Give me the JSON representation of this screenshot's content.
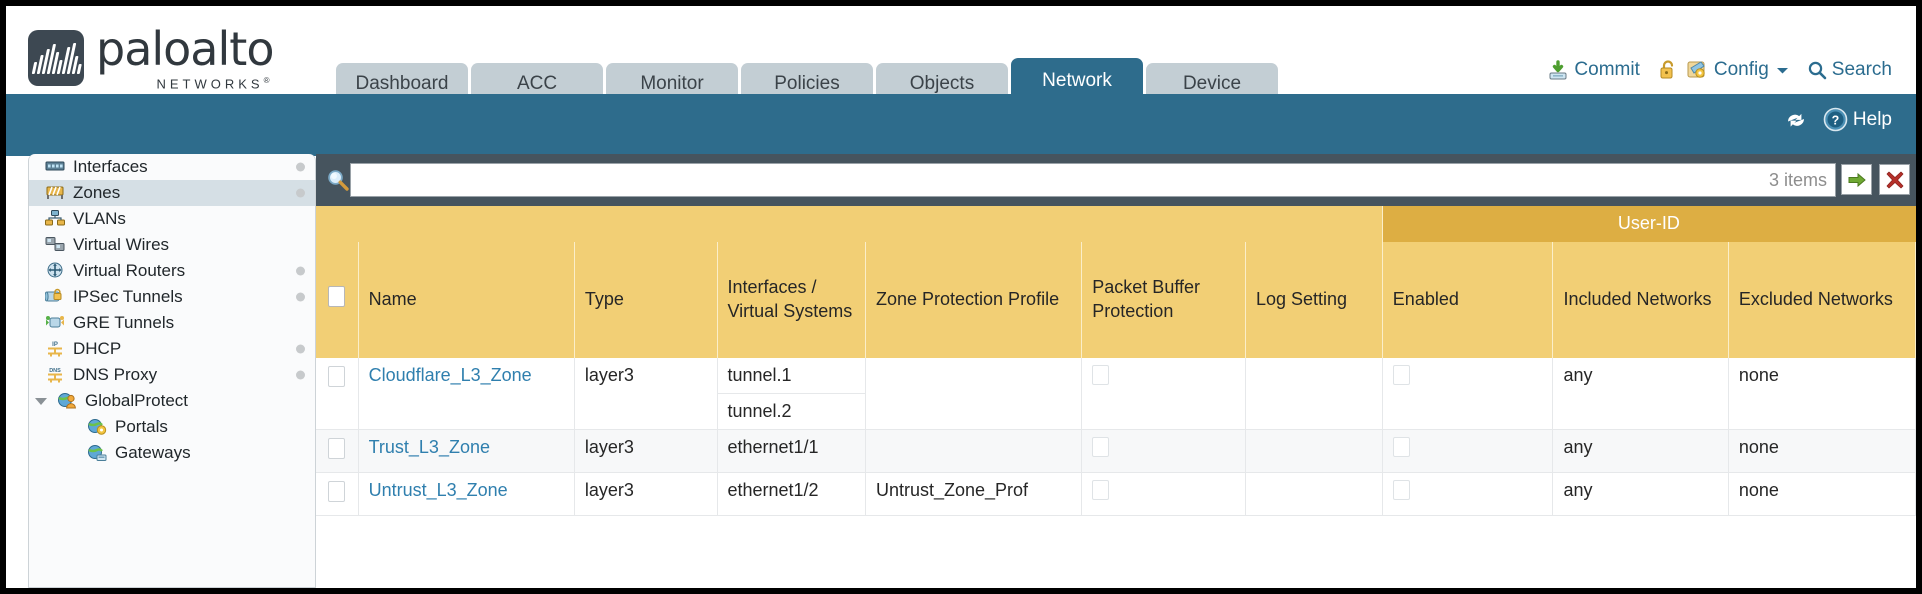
{
  "brand": {
    "name": "paloalto",
    "sub": "NETWORKS",
    "sub_mark": "®"
  },
  "tabs": [
    {
      "label": "Dashboard",
      "active": false
    },
    {
      "label": "ACC",
      "active": false
    },
    {
      "label": "Monitor",
      "active": false
    },
    {
      "label": "Policies",
      "active": false
    },
    {
      "label": "Objects",
      "active": false
    },
    {
      "label": "Network",
      "active": true
    },
    {
      "label": "Device",
      "active": false
    }
  ],
  "header_actions": [
    {
      "label": "Commit",
      "icon": "commit-icon"
    },
    {
      "label": "",
      "icon": "unlock-icon"
    },
    {
      "label": "Config",
      "icon": "config-icon",
      "caret": "▾"
    },
    {
      "label": "Search",
      "icon": "search-icon"
    }
  ],
  "band": {
    "refresh_icon": "refresh-icon",
    "help_label": "Help",
    "help_icon": "help-icon"
  },
  "sidebar": {
    "items": [
      {
        "label": "Interfaces",
        "icon": "interfaces-icon",
        "selected": false,
        "dot": true,
        "child": false,
        "caret": false
      },
      {
        "label": "Zones",
        "icon": "zones-icon",
        "selected": true,
        "dot": true,
        "child": false,
        "caret": false
      },
      {
        "label": "VLANs",
        "icon": "vlans-icon",
        "selected": false,
        "dot": false,
        "child": false,
        "caret": false
      },
      {
        "label": "Virtual Wires",
        "icon": "virtual-wires-icon",
        "selected": false,
        "dot": false,
        "child": false,
        "caret": false
      },
      {
        "label": "Virtual Routers",
        "icon": "virtual-routers-icon",
        "selected": false,
        "dot": true,
        "child": false,
        "caret": false
      },
      {
        "label": "IPSec Tunnels",
        "icon": "ipsec-tunnels-icon",
        "selected": false,
        "dot": true,
        "child": false,
        "caret": false
      },
      {
        "label": "GRE Tunnels",
        "icon": "gre-tunnels-icon",
        "selected": false,
        "dot": false,
        "child": false,
        "caret": false
      },
      {
        "label": "DHCP",
        "icon": "dhcp-icon",
        "selected": false,
        "dot": true,
        "child": false,
        "caret": false
      },
      {
        "label": "DNS Proxy",
        "icon": "dns-proxy-icon",
        "selected": false,
        "dot": true,
        "child": false,
        "caret": false
      },
      {
        "label": "GlobalProtect",
        "icon": "globalprotect-icon",
        "selected": false,
        "dot": false,
        "child": false,
        "caret": true
      },
      {
        "label": "Portals",
        "icon": "portals-icon",
        "selected": false,
        "dot": false,
        "child": true,
        "caret": false
      },
      {
        "label": "Gateways",
        "icon": "gateways-icon",
        "selected": false,
        "dot": false,
        "child": true,
        "caret": false
      }
    ]
  },
  "search": {
    "value": "",
    "placeholder": "",
    "items_count": "3 items",
    "apply_icon": "arrow-right-icon",
    "clear_icon": "close-x-icon",
    "magnifier_icon": "magnifier-icon"
  },
  "table": {
    "group_header": {
      "label": "User-ID",
      "span": 3
    },
    "columns": [
      {
        "key": "checkbox",
        "label": ""
      },
      {
        "key": "name",
        "label": "Name"
      },
      {
        "key": "type",
        "label": "Type"
      },
      {
        "key": "interfaces",
        "label": "Interfaces / Virtual Systems"
      },
      {
        "key": "zone_protection_profile",
        "label": "Zone Protection Profile"
      },
      {
        "key": "packet_buffer_protection",
        "label": "Packet Buffer Protection"
      },
      {
        "key": "log_setting",
        "label": "Log Setting"
      },
      {
        "key": "enabled",
        "label": "Enabled"
      },
      {
        "key": "included_networks",
        "label": "Included Networks"
      },
      {
        "key": "excluded_networks",
        "label": "Excluded Networks"
      }
    ],
    "rows": [
      {
        "name": "Cloudflare_L3_Zone",
        "type": "layer3",
        "interfaces": [
          "tunnel.1",
          "tunnel.2"
        ],
        "zone_protection_profile": "",
        "packet_buffer_protection": false,
        "log_setting": "",
        "enabled": false,
        "included_networks": "any",
        "excluded_networks": "none",
        "selected": false
      },
      {
        "name": "Trust_L3_Zone",
        "type": "layer3",
        "interfaces": [
          "ethernet1/1"
        ],
        "zone_protection_profile": "",
        "packet_buffer_protection": false,
        "log_setting": "",
        "enabled": false,
        "included_networks": "any",
        "excluded_networks": "none",
        "selected": false
      },
      {
        "name": "Untrust_L3_Zone",
        "type": "layer3",
        "interfaces": [
          "ethernet1/2"
        ],
        "zone_protection_profile": "Untrust_Zone_Prof",
        "packet_buffer_protection": false,
        "log_setting": "",
        "enabled": false,
        "included_networks": "any",
        "excluded_networks": "none",
        "selected": false
      }
    ]
  },
  "colors": {
    "brand_blue": "#2e6c8c",
    "header_yellow": "#f2cf75",
    "group_yellow": "#ddae43",
    "search_bar": "#46545e",
    "link": "#2f7fae"
  }
}
